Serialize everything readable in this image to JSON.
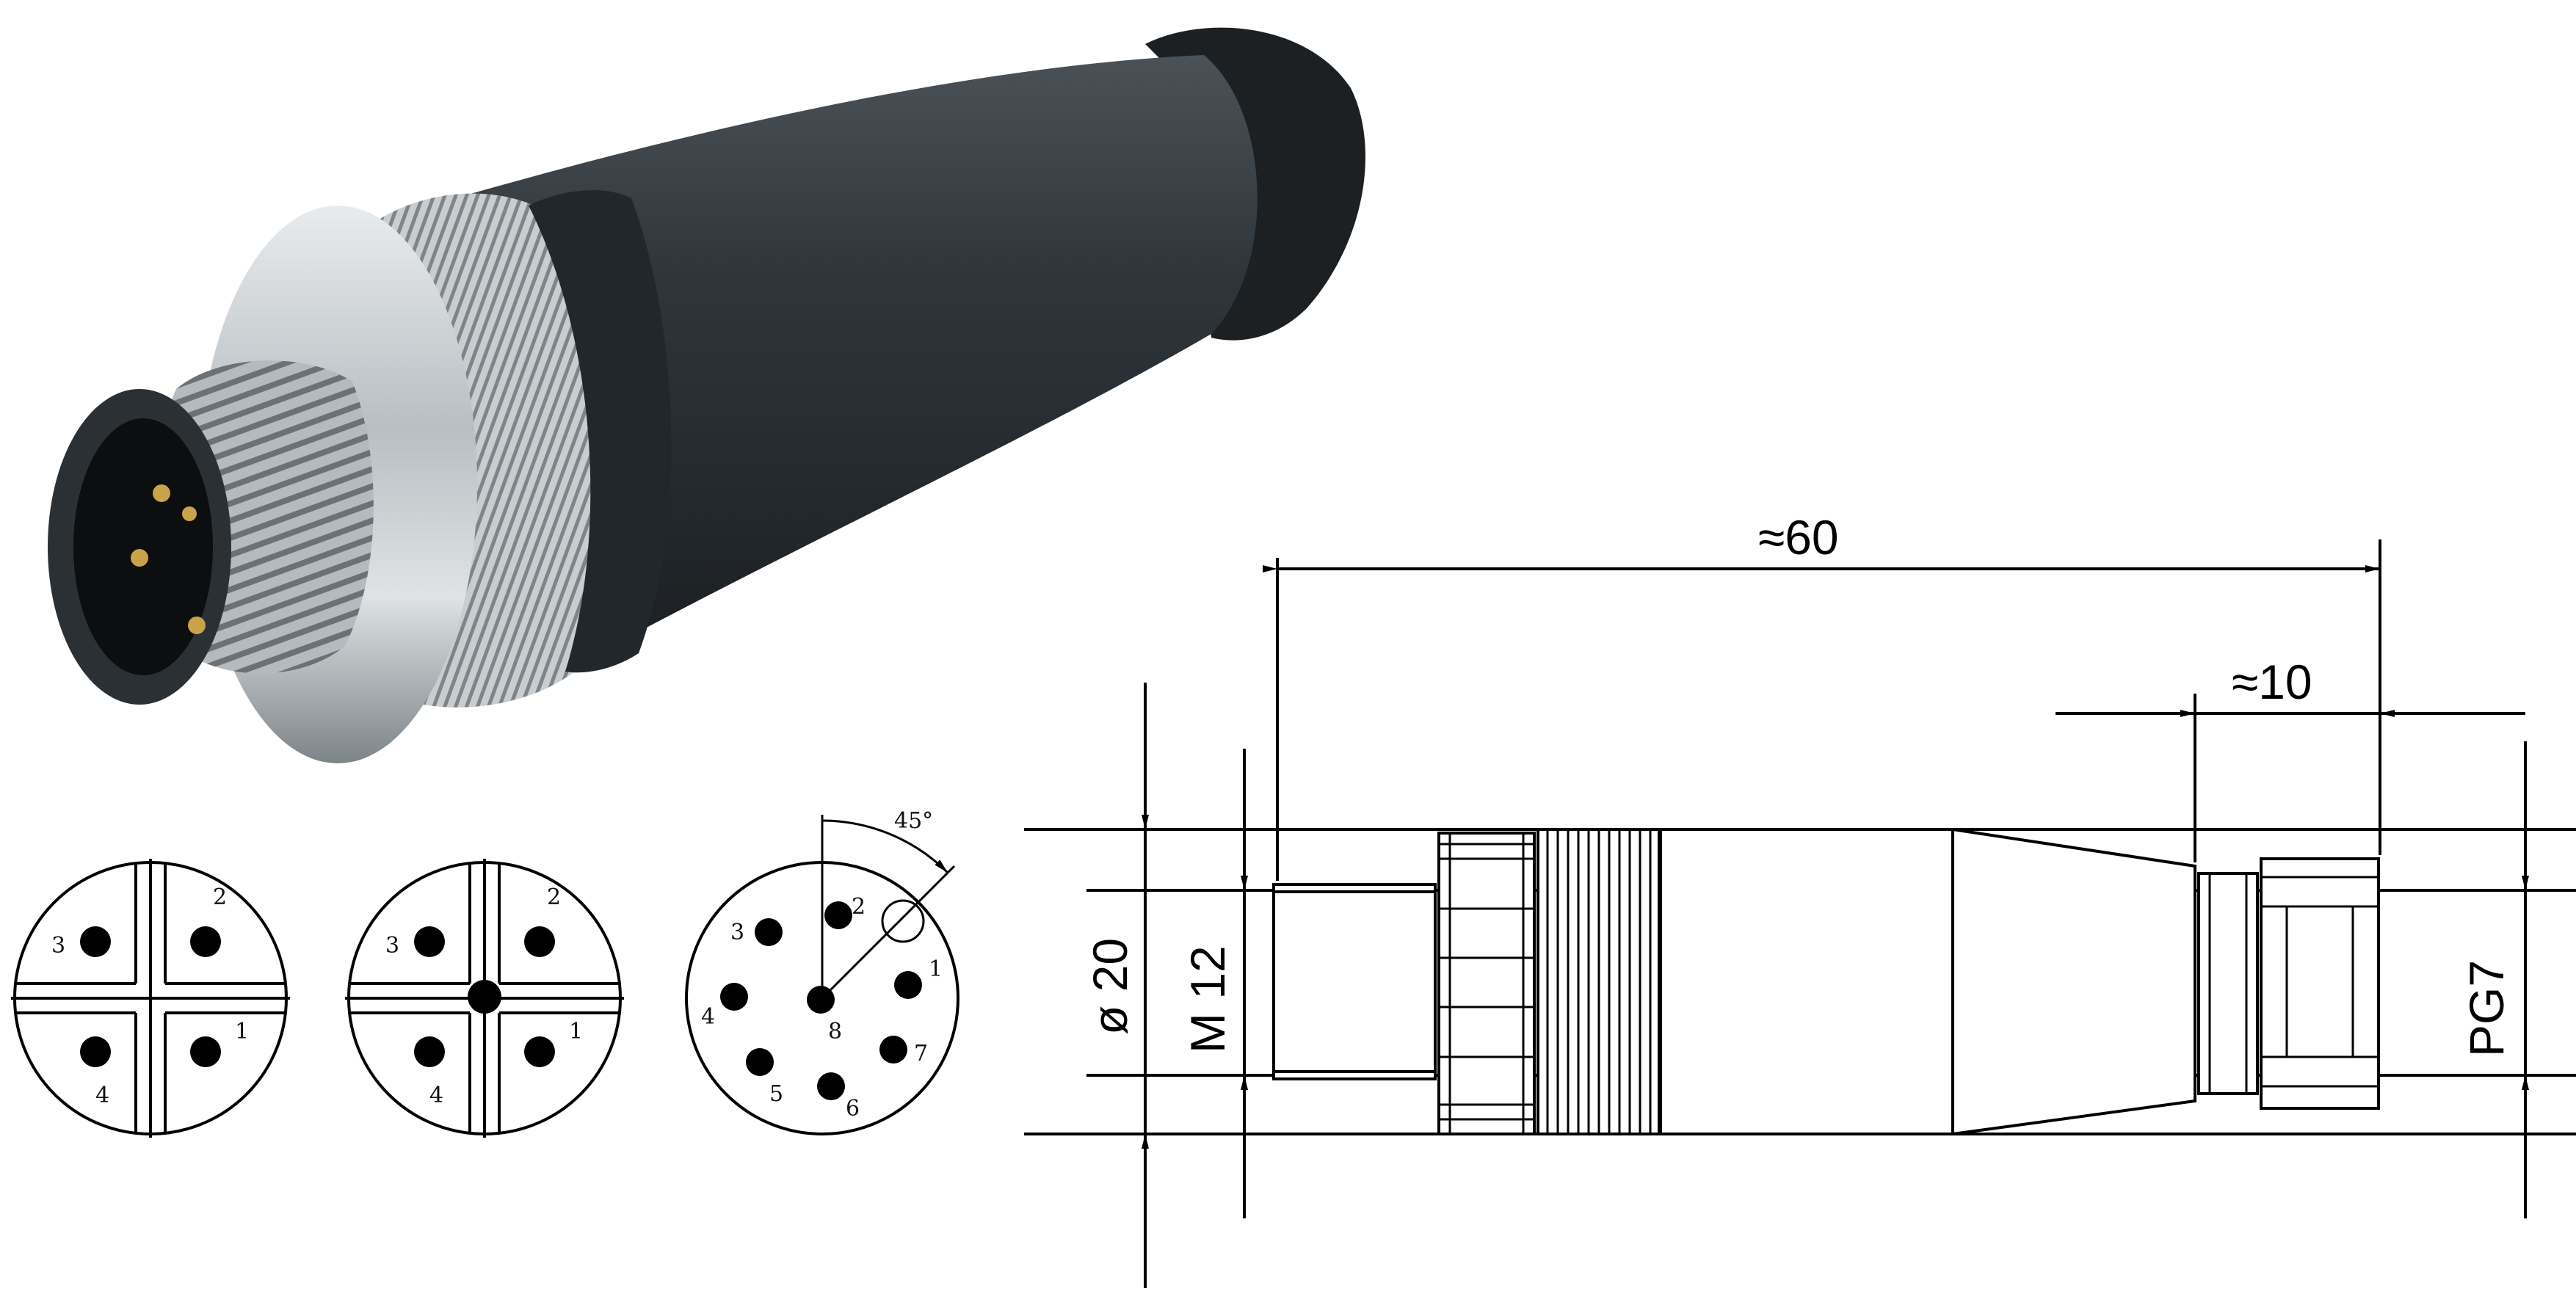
{
  "drawing": {
    "dim_overall_length": "≈60",
    "dim_nut_length": "≈10",
    "dim_body_diameter": "ø 20",
    "dim_thread": "M 12",
    "dim_cable_gland": "PG7",
    "angle_label": "45°"
  },
  "pinouts": [
    {
      "pins": [
        "1",
        "2",
        "3",
        "4"
      ]
    },
    {
      "pins": [
        "1",
        "2",
        "3",
        "4"
      ]
    },
    {
      "pins": [
        "1",
        "2",
        "3",
        "4",
        "5",
        "6",
        "7",
        "8"
      ]
    }
  ]
}
